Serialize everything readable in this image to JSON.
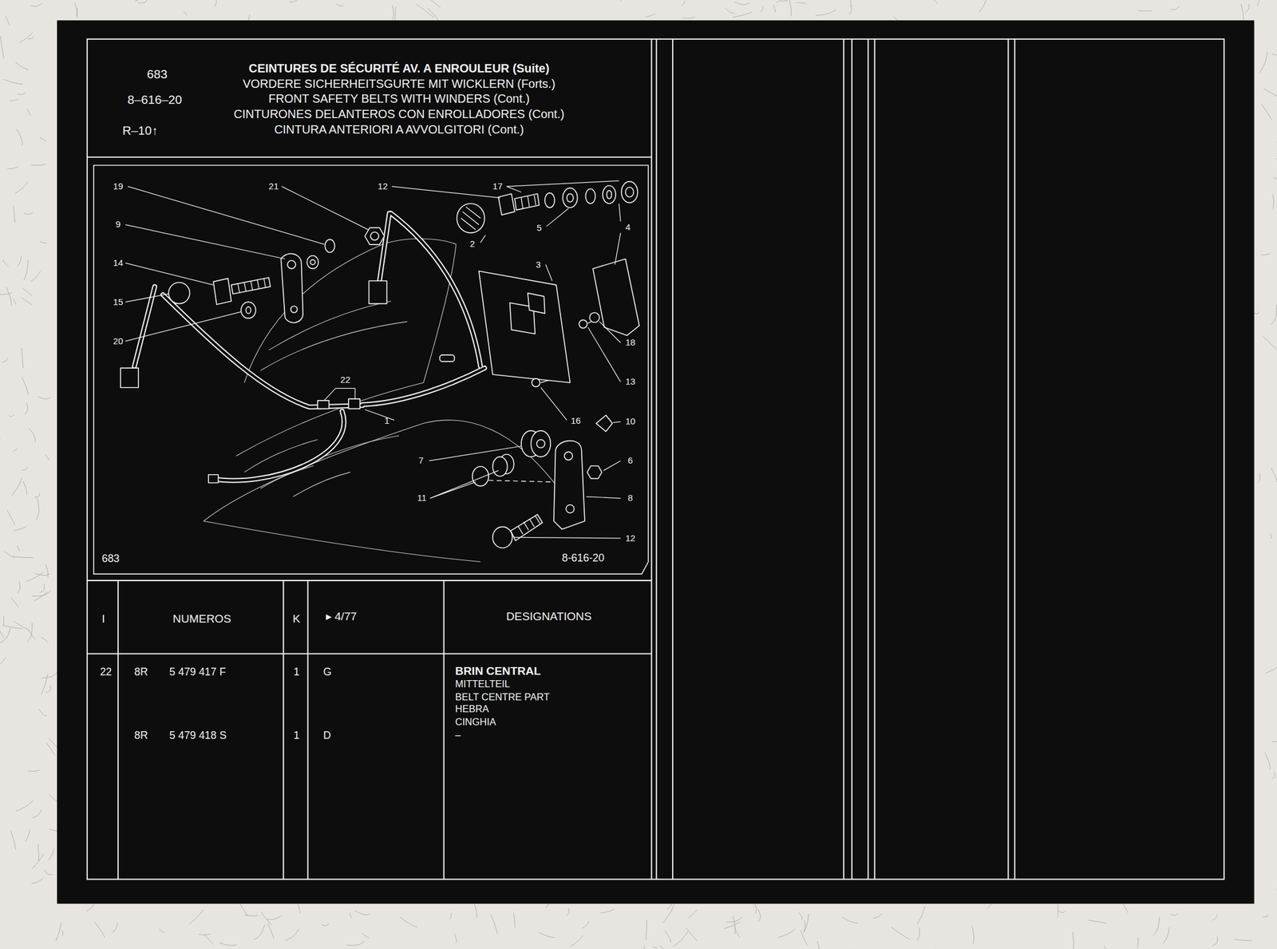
{
  "diagram": {
    "nodes": [
      {
        "text": [
          "683",
          "8–616–20",
          "R–10↑",
          "CEINTURES DE SÉCURITÉ AV. A ENROULEUR (Suite)",
          "VORDERE SICHERHEITSGURTE MIT WICKLERN (Forts.)",
          "FRONT SAFETY BELTS WITH WINDERS (Cont.)",
          "CINTURONES DELANTEROS CON ENROLLADORES (Cont.)",
          "CINTURA ANTERIORI A AVVOLGITORI (Cont.)"
        ]
      },
      {
        "text": [
          "683",
          "8-616-20"
        ]
      }
    ],
    "labels": [
      "19",
      "21",
      "12",
      "17",
      "9",
      "2",
      "5",
      "4",
      "14",
      "3",
      "15",
      "18",
      "20",
      "22",
      "13",
      "1",
      "16",
      "10",
      "7",
      "6",
      "11",
      "8",
      "12",
      "I",
      "NUMEROS",
      "K",
      "▸ 4/77",
      "DESIGNATIONS",
      "22",
      "8R",
      "5 479 417 F",
      "1",
      "G",
      "BRIN CENTRAL",
      "MITTELTEIL",
      "BELT CENTRE PART",
      "HEBRA",
      "CINGHIA",
      "–",
      "8R",
      "5 479 418 S",
      "1",
      "D"
    ]
  }
}
